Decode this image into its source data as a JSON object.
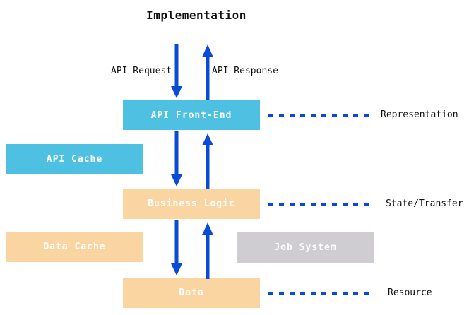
{
  "diagram": {
    "title": "Implementation",
    "request_label": "API Request",
    "response_label": "API Response",
    "nodes": {
      "api_front_end": {
        "label": "API Front-End",
        "color": "#4EC0E2"
      },
      "api_cache": {
        "label": "API Cache",
        "color": "#4EC0E2"
      },
      "business_logic": {
        "label": "Business Logic",
        "color": "#FBD5A1"
      },
      "data_cache": {
        "label": "Data Cache",
        "color": "#FBD5A1"
      },
      "job_system": {
        "label": "Job System",
        "color": "#CFCCD2"
      },
      "data": {
        "label": "Data",
        "color": "#FBD5A1"
      }
    },
    "layer_labels": {
      "representation": "Representation",
      "state_transfer": "State/Transfer",
      "resource": "Resource"
    },
    "colors": {
      "arrow": "#0A4AD8",
      "dash": "#0A4AD8",
      "box_text": "#FFFFFF",
      "label_text": "#111111"
    }
  }
}
